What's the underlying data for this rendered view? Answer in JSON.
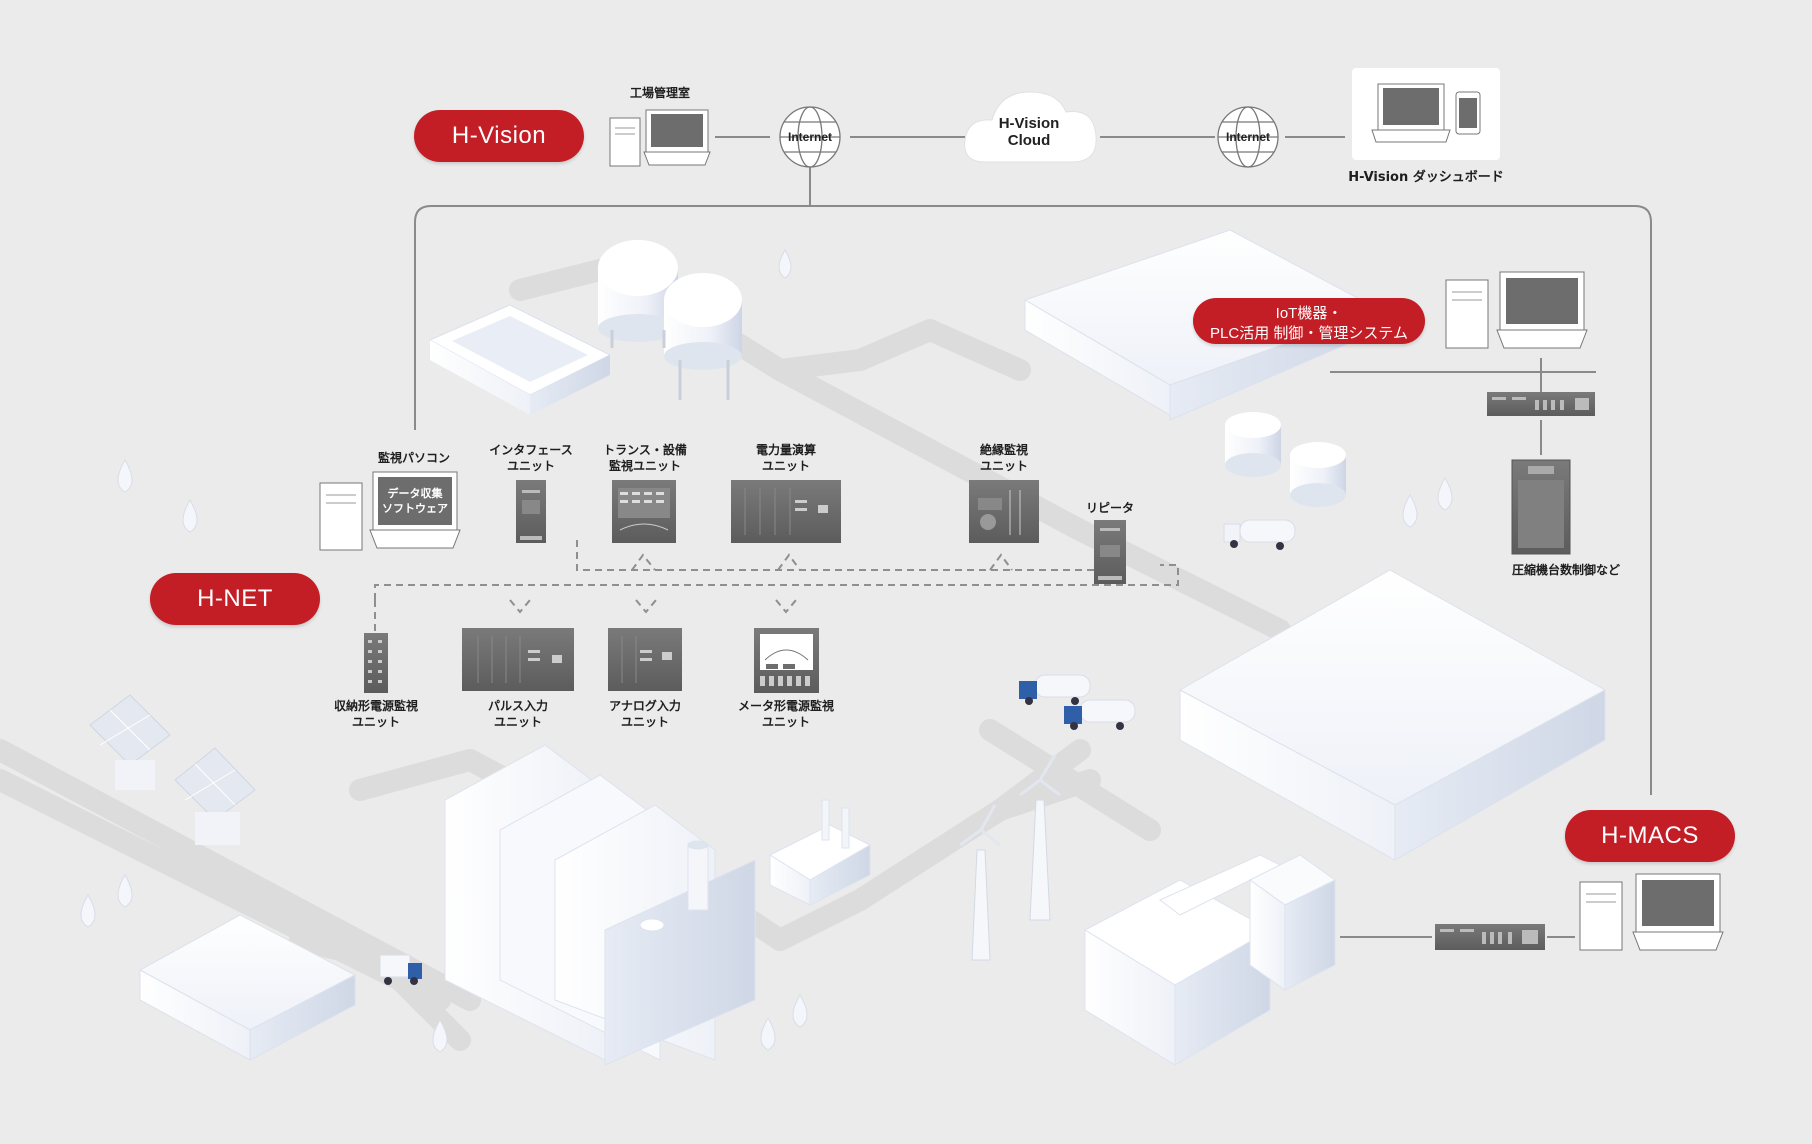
{
  "networks": {
    "hvision": "H-Vision",
    "hnet": "H-NET",
    "hmacs": "H-MACS"
  },
  "iot_badge": {
    "line1": "IoT機器・",
    "line2": "PLC活用 制御・管理システム"
  },
  "top": {
    "factory_room": "工場管理室",
    "internet_left": "Internet",
    "internet_right": "Internet",
    "cloud_line1": "H-Vision",
    "cloud_line2": "Cloud",
    "dashboard": "H-Vision ダッシュボード"
  },
  "hnet_devices": {
    "monitor_pc": "監視パソコン",
    "screen_line1": "データ収集",
    "screen_line2": "ソフトウェア",
    "interface": [
      "インタフェース",
      "ユニット"
    ],
    "trans": [
      "トランス・設備",
      "監視ユニット"
    ],
    "power": [
      "電力量演算",
      "ユニット"
    ],
    "insulation": [
      "絶縁監視",
      "ユニット"
    ],
    "repeater": "リピータ",
    "rack_power": [
      "収納形電源監視",
      "ユニット"
    ],
    "pulse": [
      "パルス入力",
      "ユニット"
    ],
    "analog": [
      "アナログ入力",
      "ユニット"
    ],
    "meter": [
      "メータ形電源監視",
      "ユニット"
    ]
  },
  "compressor": "圧縮機台数制御など",
  "colors": {
    "accent_red": "#c31d26",
    "background": "#ebebeb",
    "device_gray": "#6d6d6d",
    "line_gray": "#8a8a8a",
    "building_white": "#f6f8fc",
    "building_shade": "#dde3ee",
    "truck_blue": "#2f5fa8"
  }
}
